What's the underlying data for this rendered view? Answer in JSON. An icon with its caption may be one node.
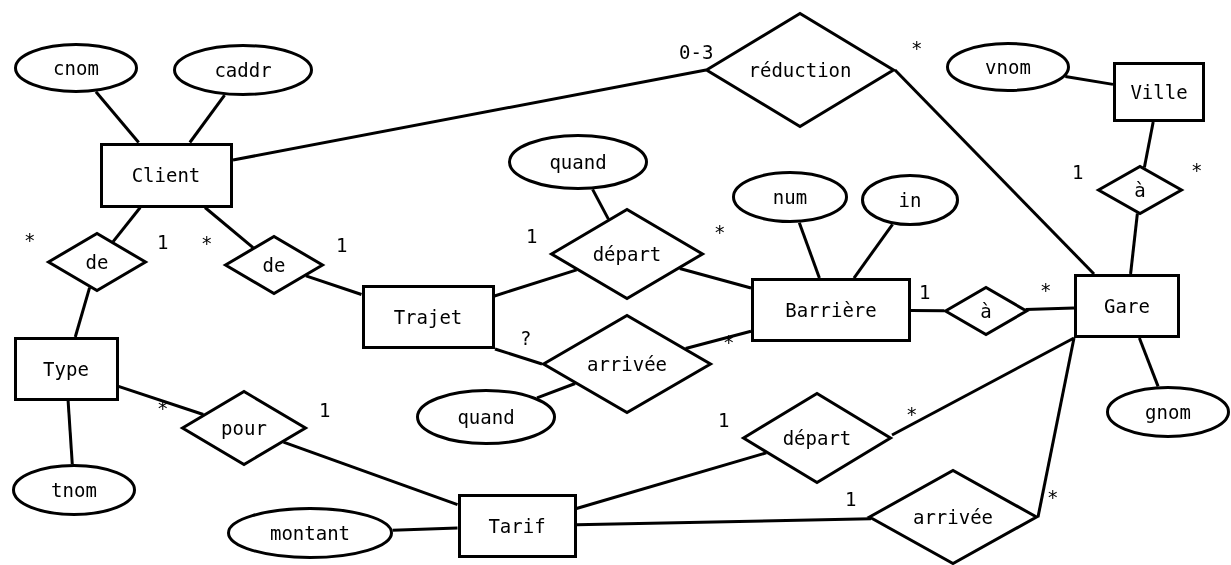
{
  "diagram": {
    "nodes": [
      {
        "text": [
          "cnom"
        ]
      },
      {
        "text": [
          "caddr"
        ]
      },
      {
        "text": [
          "Client"
        ]
      },
      {
        "text": [
          "réduction"
        ]
      },
      {
        "text": [
          "vnom"
        ]
      },
      {
        "text": [
          "Ville"
        ]
      },
      {
        "text": [
          "quand"
        ]
      },
      {
        "text": [
          "num"
        ]
      },
      {
        "text": [
          "in"
        ]
      },
      {
        "text": [
          "à"
        ]
      },
      {
        "text": [
          "de"
        ]
      },
      {
        "text": [
          "de"
        ]
      },
      {
        "text": [
          "départ"
        ]
      },
      {
        "text": [
          "Trajet"
        ]
      },
      {
        "text": [
          "Barrière"
        ]
      },
      {
        "text": [
          "à"
        ]
      },
      {
        "text": [
          "Gare"
        ]
      },
      {
        "text": [
          "arrivée"
        ]
      },
      {
        "text": [
          "Type"
        ]
      },
      {
        "text": [
          "pour"
        ]
      },
      {
        "text": [
          "quand"
        ]
      },
      {
        "text": [
          "départ"
        ]
      },
      {
        "text": [
          "gnom"
        ]
      },
      {
        "text": [
          "tnom"
        ]
      },
      {
        "text": [
          "arrivée"
        ]
      },
      {
        "text": [
          "montant"
        ]
      },
      {
        "text": [
          "Tarif"
        ]
      }
    ],
    "edges": [
      {
        "from": 0,
        "to": 2,
        "arrow": "none"
      },
      {
        "from": 1,
        "to": 2,
        "arrow": "none"
      },
      {
        "from": 2,
        "to": 3,
        "arrow": "none"
      },
      {
        "from": 3,
        "to": 16,
        "arrow": "none"
      },
      {
        "from": 4,
        "to": 5,
        "arrow": "none"
      },
      {
        "from": 5,
        "to": 9,
        "arrow": "none"
      },
      {
        "from": 9,
        "to": 16,
        "arrow": "none"
      },
      {
        "from": 2,
        "to": 10,
        "arrow": "none"
      },
      {
        "from": 10,
        "to": 18,
        "arrow": "none"
      },
      {
        "from": 2,
        "to": 11,
        "arrow": "none"
      },
      {
        "from": 11,
        "to": 13,
        "arrow": "none"
      },
      {
        "from": 13,
        "to": 12,
        "arrow": "none"
      },
      {
        "from": 12,
        "to": 14,
        "arrow": "none"
      },
      {
        "from": 6,
        "to": 12,
        "arrow": "none"
      },
      {
        "from": 13,
        "to": 17,
        "arrow": "none"
      },
      {
        "from": 17,
        "to": 14,
        "arrow": "none"
      },
      {
        "from": 20,
        "to": 17,
        "arrow": "none"
      },
      {
        "from": 7,
        "to": 14,
        "arrow": "none"
      },
      {
        "from": 8,
        "to": 14,
        "arrow": "none"
      },
      {
        "from": 14,
        "to": 15,
        "arrow": "none"
      },
      {
        "from": 15,
        "to": 16,
        "arrow": "none"
      },
      {
        "from": 16,
        "to": 22,
        "arrow": "none"
      },
      {
        "from": 18,
        "to": 23,
        "arrow": "none"
      },
      {
        "from": 18,
        "to": 19,
        "arrow": "none"
      },
      {
        "from": 19,
        "to": 26,
        "arrow": "none"
      },
      {
        "from": 25,
        "to": 26,
        "arrow": "none"
      },
      {
        "from": 26,
        "to": 21,
        "arrow": "none"
      },
      {
        "from": 21,
        "to": 16,
        "arrow": "none"
      },
      {
        "from": 26,
        "to": 24,
        "arrow": "none"
      },
      {
        "from": 24,
        "to": 16,
        "arrow": "none"
      }
    ],
    "labels": [
      "0-3",
      "*",
      "1",
      "*",
      "*",
      "1",
      "*",
      "1",
      "1",
      "*",
      "1",
      "*",
      "?",
      "*",
      "*",
      "1",
      "1",
      "*",
      "1",
      "*"
    ]
  }
}
